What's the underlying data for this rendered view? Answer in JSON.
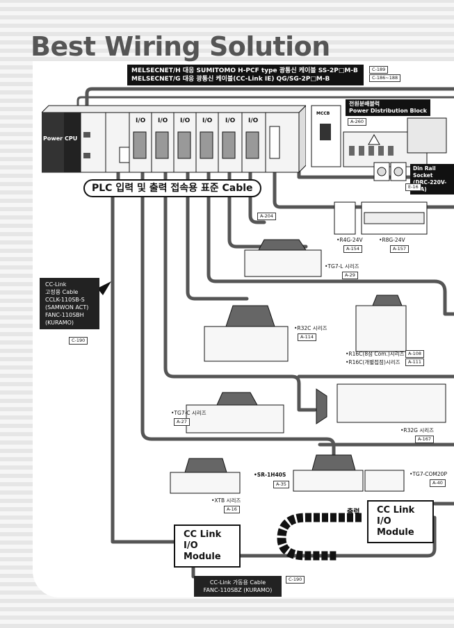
{
  "title": "Best Wiring Solution",
  "optical": {
    "line1": "MELSECNET/H 대응 SUMITOMO H-PCF type 광통신 케이블 SS-2P□M-B",
    "line2": "MELSECNET/G 대응 광통신 케이블(CC-Link IE) QG/SG-2P□M-B",
    "ref1": "C-189",
    "ref2": "C-186~188"
  },
  "plc": {
    "power": "Power",
    "cpu": "CPU",
    "io_labels": [
      "I/O",
      "I/O",
      "I/O",
      "I/O",
      "I/O",
      "I/O"
    ]
  },
  "pdb": {
    "mccb": "MCCB",
    "title_ko": "전원분배블럭",
    "title_en": "Power Distribution Block",
    "ref": "A-260"
  },
  "din_socket": {
    "name": "Din Rail Socket",
    "model": "(DRC-220V-16A)",
    "ref": "E-16"
  },
  "plc_cable_banner": "PLC 입력 및 출력 접속용 표준 Cable",
  "refs": {
    "left_a204": "A-204"
  },
  "relays": [
    {
      "name": "•R4G-24V",
      "ref": "A-154"
    },
    {
      "name": "•R8G-24V",
      "ref": "A-157"
    }
  ],
  "products": [
    {
      "name": "•TG7-L 시리즈",
      "ref": "A-29"
    },
    {
      "name": "•R32C 시리즈",
      "ref": "A-114"
    },
    {
      "name": "•R16C(8점 Com.)시리즈",
      "ref": "A-108"
    },
    {
      "name": "•R16C(개별접점)시리즈",
      "ref": "A-111"
    },
    {
      "name": "•TG7-C 시리즈",
      "ref": "A-27"
    },
    {
      "name": "•R32G 시리즈",
      "ref": "A-167"
    },
    {
      "name": "•SR-1H40S",
      "ref": "A-35"
    },
    {
      "name": "•TG7-COM20P",
      "ref": "A-40"
    },
    {
      "name": "•XTB 시리즈",
      "ref": "A-16"
    }
  ],
  "cclink_fixed": {
    "lines": [
      "CC-Link",
      "고정용 Cable",
      "CCLK-110SB-S",
      "(SAMWON ACT)",
      "FANC-110SBH",
      "(KURAMO)"
    ],
    "ref": "C-190"
  },
  "cclink_module_left": [
    "CC Link",
    "I/O Module"
  ],
  "cclink_module_right": [
    "CC Link",
    "I/O Module"
  ],
  "output_label": "출력",
  "cclink_move": {
    "line1": "CC-Link 가동용 Cable",
    "line2": "FANC-110SBZ (KURAMO)",
    "ref": "C-190"
  },
  "colors": {
    "cable": "#666666",
    "cable_light": "#cfcfcf",
    "panel": "#ffffff",
    "stripes": "#e6e6e6",
    "title": "#555555"
  }
}
